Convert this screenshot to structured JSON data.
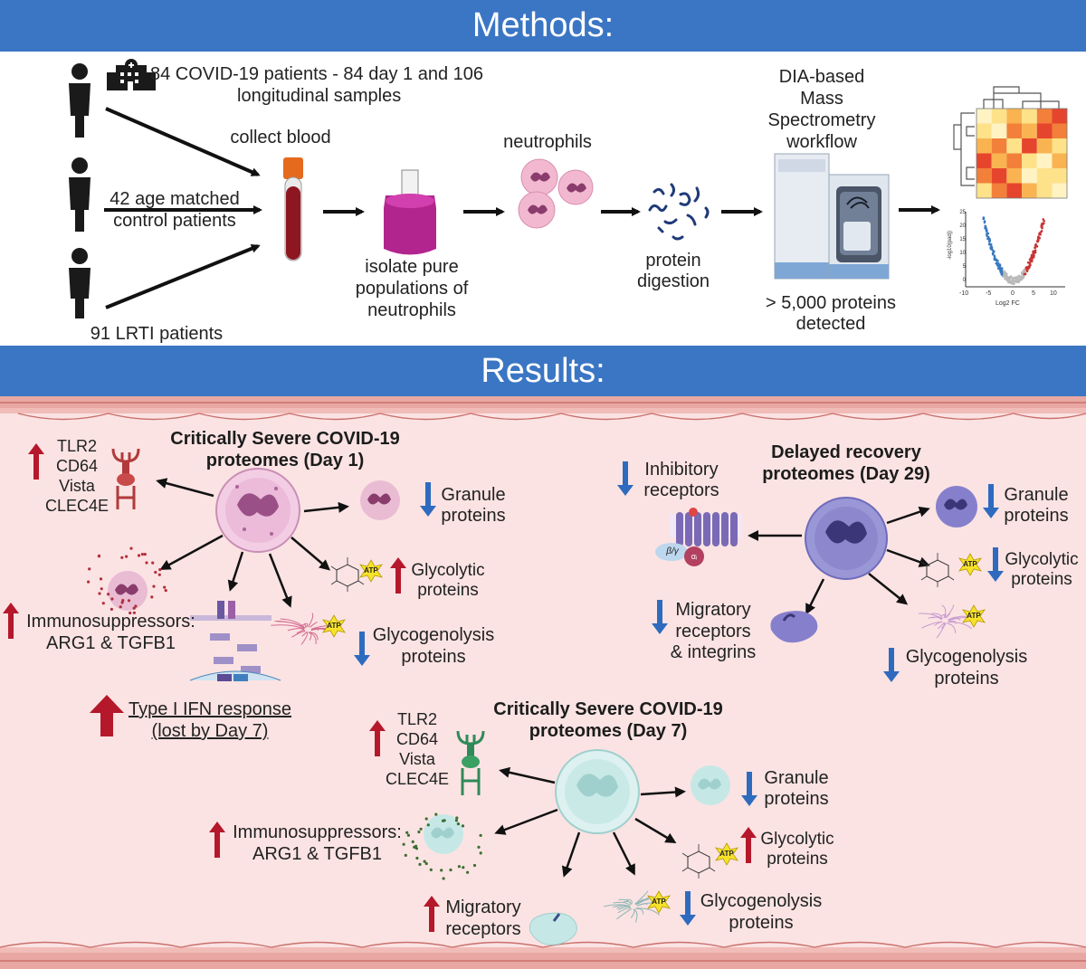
{
  "methods": {
    "title": "Methods:",
    "covid_patients": "84 COVID-19 patients - 84 day 1 and 106",
    "covid_patients_line2": "longitudinal samples",
    "control_line1": "42 age matched",
    "control_line2": "control patients",
    "lrti_patients": "91 LRTI patients",
    "collect_blood": "collect blood",
    "isolate_line1": "isolate pure",
    "isolate_line2": "populations of",
    "isolate_line3": "neutrophils",
    "neutrophils": "neutrophils",
    "digestion_line1": "protein",
    "digestion_line2": "digestion",
    "ms_line1": "DIA-based",
    "ms_line2": "Mass",
    "ms_line3": "Spectrometry",
    "ms_line4": "workflow",
    "detected_line1": "> 5,000 proteins",
    "detected_line2": "detected",
    "volcano_xlabel": "Log2 FC",
    "volcano_ylabel": "-log10(padj)",
    "volcano_xticks": [
      "-10",
      "-5",
      "0",
      "5",
      "10"
    ],
    "volcano_yticks": [
      "25",
      "20",
      "15",
      "10",
      "5",
      "0"
    ]
  },
  "results": {
    "title": "Results:",
    "day1": {
      "title_line1": "Critically Severe COVID-19",
      "title_line2": "proteomes (Day 1)",
      "receptors": [
        "TLR2",
        "CD64",
        "Vista",
        "CLEC4E"
      ],
      "granule_line1": "Granule",
      "granule_line2": "proteins",
      "glycolytic_line1": "Glycolytic",
      "glycolytic_line2": "proteins",
      "immuno_line1": "Immunosuppressors:",
      "immuno_line2": "ARG1 & TGFB1",
      "glycogenolysis_line1": "Glycogenolysis",
      "glycogenolysis_line2": "proteins",
      "ifn_line1": "Type I IFN response",
      "ifn_line2": "(lost by Day 7)"
    },
    "day29": {
      "title_line1": "Delayed recovery",
      "title_line2": "proteomes (Day 29)",
      "inhibitory_line1": "Inhibitory",
      "inhibitory_line2": "receptors",
      "granule_line1": "Granule",
      "granule_line2": "proteins",
      "glycolytic_line1": "Glycolytic",
      "glycolytic_line2": "proteins",
      "migratory_line1": "Migratory",
      "migratory_line2": "receptors",
      "migratory_line3": "& integrins",
      "glycogenolysis_line1": "Glycogenolysis",
      "glycogenolysis_line2": "proteins",
      "beta_gamma": "β/γ",
      "alpha_i": "αᵢ"
    },
    "day7": {
      "title_line1": "Critically Severe COVID-19",
      "title_line2": "proteomes (Day 7)",
      "receptors": [
        "TLR2",
        "CD64",
        "Vista",
        "CLEC4E"
      ],
      "granule_line1": "Granule",
      "granule_line2": "proteins",
      "glycolytic_line1": "Glycolytic",
      "glycolytic_line2": "proteins",
      "immuno_line1": "Immunosuppressors:",
      "immuno_line2": "ARG1 & TGFB1",
      "migratory_line1": "Migratory",
      "migratory_line2": "receptors",
      "glycogenolysis_line1": "Glycogenolysis",
      "glycogenolysis_line2": "proteins"
    },
    "atp": "ATP"
  },
  "colors": {
    "banner": "#3b76c4",
    "up_arrow": "#b5182b",
    "down_arrow": "#2e6bbf",
    "results_bg": "#fbe3e3",
    "vessel_wall": "#e39b98"
  }
}
